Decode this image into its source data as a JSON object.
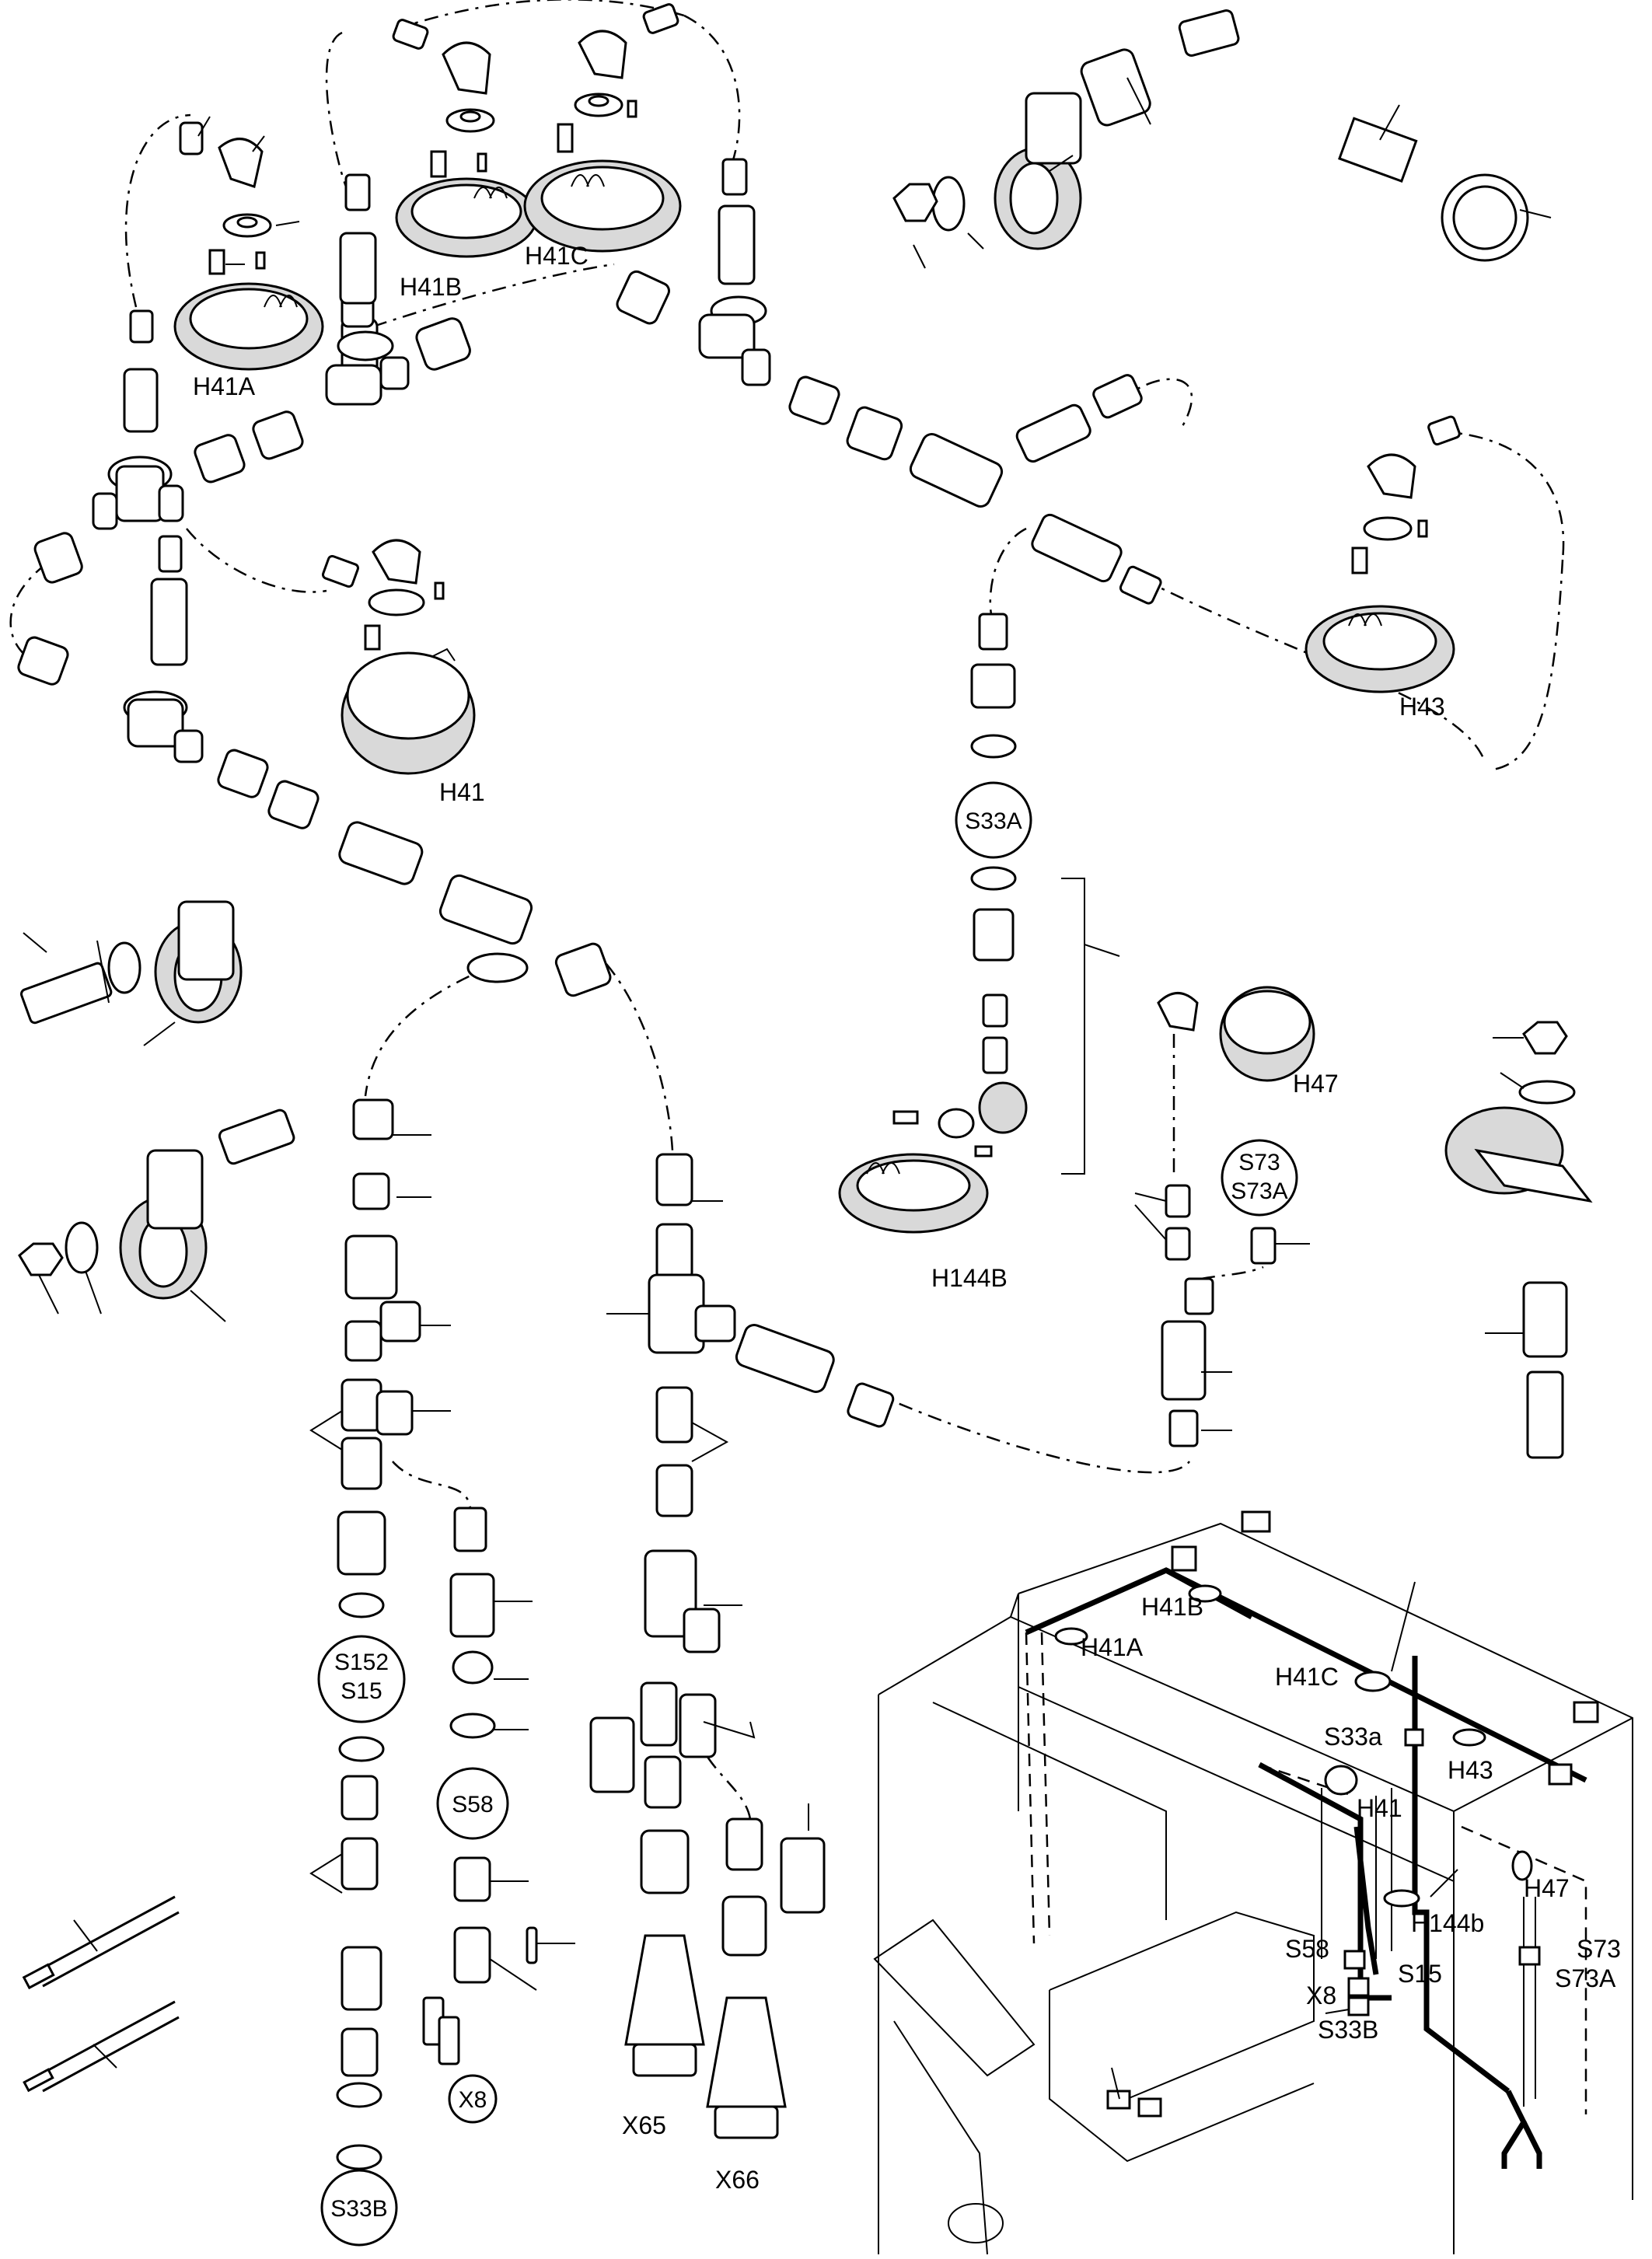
{
  "labels": {
    "H41A": "H41A",
    "H41B": "H41B",
    "H41C": "H41C",
    "H41": "H41",
    "H43": "H43",
    "H47": "H47",
    "H144B": "H144B",
    "S33A": "S33A",
    "S73": "S73",
    "S73A": "S73A",
    "S152": "S152",
    "S15": "S15",
    "S58": "S58",
    "S33B": "S33B",
    "X8": "X8",
    "X65": "X65",
    "X66": "X66"
  },
  "inset_labels": {
    "H41B": "H41B",
    "H41A": "H41A",
    "H41C": "H41C",
    "S33a": "S33a",
    "H43": "H43",
    "H41": "H41",
    "H47": "H47",
    "H144b": "H144b",
    "S58": "S58",
    "S15": "S15",
    "X8": "X8",
    "S33B": "S33B",
    "S73": "S73",
    "S73A": "S73A"
  }
}
